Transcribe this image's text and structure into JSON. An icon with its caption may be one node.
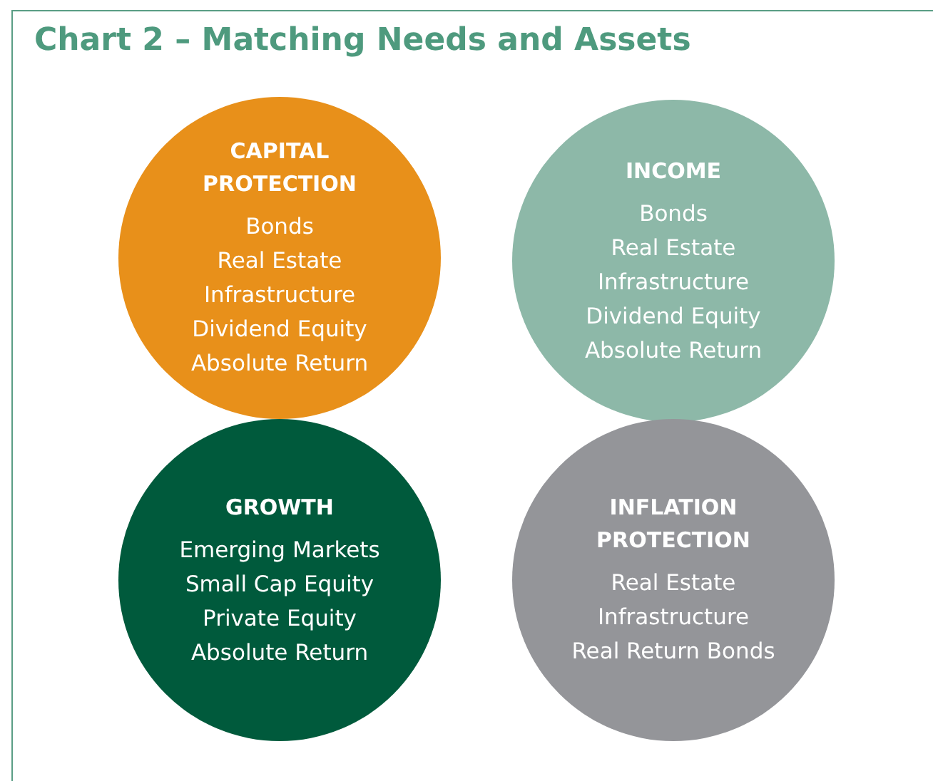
{
  "diagram": {
    "title": "Chart 2 – Matching Needs and Assets",
    "nodes": [
      {
        "text": [
          "CAPITAL PROTECTION",
          "Bonds",
          "Real Estate",
          "Infrastructure",
          "Dividend Equity",
          "Absolute Return"
        ]
      },
      {
        "text": [
          "INCOME",
          "Bonds",
          "Real Estate",
          "Infrastructure",
          "Dividend Equity",
          "Absolute Return"
        ]
      },
      {
        "text": [
          "GROWTH",
          "Emerging Markets",
          "Small Cap Equity",
          "Private Equity",
          "Absolute Return"
        ]
      },
      {
        "text": [
          "INFLATION PROTECTION",
          "Real Estate",
          "Infrastructure",
          "Real Return Bonds"
        ]
      }
    ]
  }
}
